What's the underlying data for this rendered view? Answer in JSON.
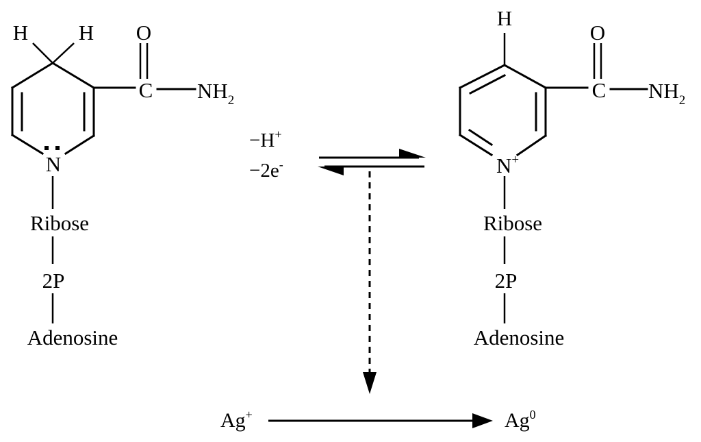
{
  "reactant": {
    "h_left": "H",
    "h_right": "H",
    "carbonyl_o": "O",
    "carbonyl_c": "C",
    "amide_n": "NH",
    "amide_sub": "2",
    "ring_n": "N",
    "ribose": "Ribose",
    "phosphate": "2P",
    "adenosine": "Adenosine"
  },
  "product": {
    "h_top": "H",
    "carbonyl_o": "O",
    "carbonyl_c": "C",
    "amide_n": "NH",
    "amide_sub": "2",
    "ring_n": "N",
    "ring_n_charge": "+",
    "ribose": "Ribose",
    "phosphate": "2P",
    "adenosine": "Adenosine"
  },
  "conditions": {
    "line1": "−H",
    "line1_sup": "+",
    "line2": "−2e",
    "line2_sup": "-"
  },
  "silver": {
    "ion": "Ag",
    "ion_sup": "+",
    "metal": "Ag",
    "metal_sup": "0"
  },
  "colors": {
    "ink": "#000000",
    "background": "#ffffff"
  }
}
